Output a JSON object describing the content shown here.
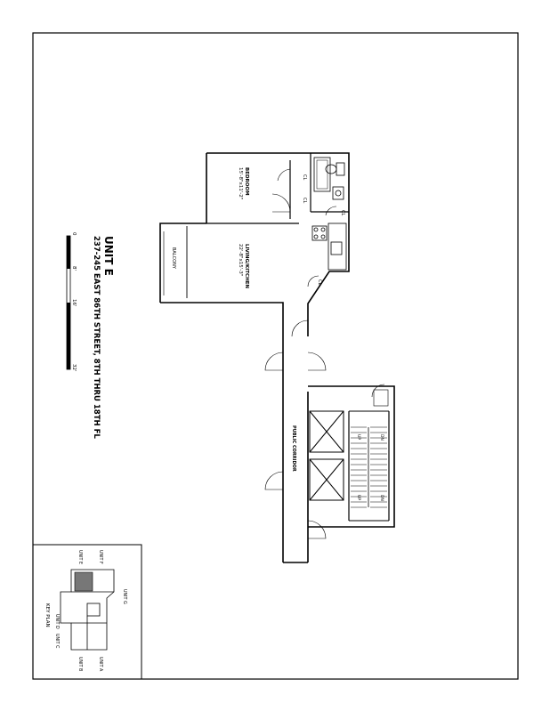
{
  "title": {
    "unit": "UNIT E",
    "address": "237-245 EAST 86TH STREET, 8TH THRU 18TH FL"
  },
  "scale": {
    "ticks": [
      "0",
      "8'",
      "16'",
      "32'"
    ]
  },
  "rooms": {
    "bedroom": {
      "name": "BEDROOM",
      "dims": "15'-8\"x11'-2\""
    },
    "living": {
      "name": "LIVING/KITCHEN",
      "dims": "22'-8\"x15'-3\""
    },
    "balcony": {
      "name": "BALCONY"
    },
    "corridor": {
      "name": "PUBLIC CORRIDOR"
    },
    "closet_mark": "CL"
  },
  "stairs": {
    "up": "UP",
    "dn": "DN"
  },
  "key_plan": {
    "title": "KEY PLAN",
    "units": {
      "a": "UNIT A",
      "b": "UNIT B",
      "c": "UNIT C",
      "d": "UNIT D",
      "e": "UNIT E",
      "f": "UNIT F",
      "g": "UNIT G"
    }
  }
}
